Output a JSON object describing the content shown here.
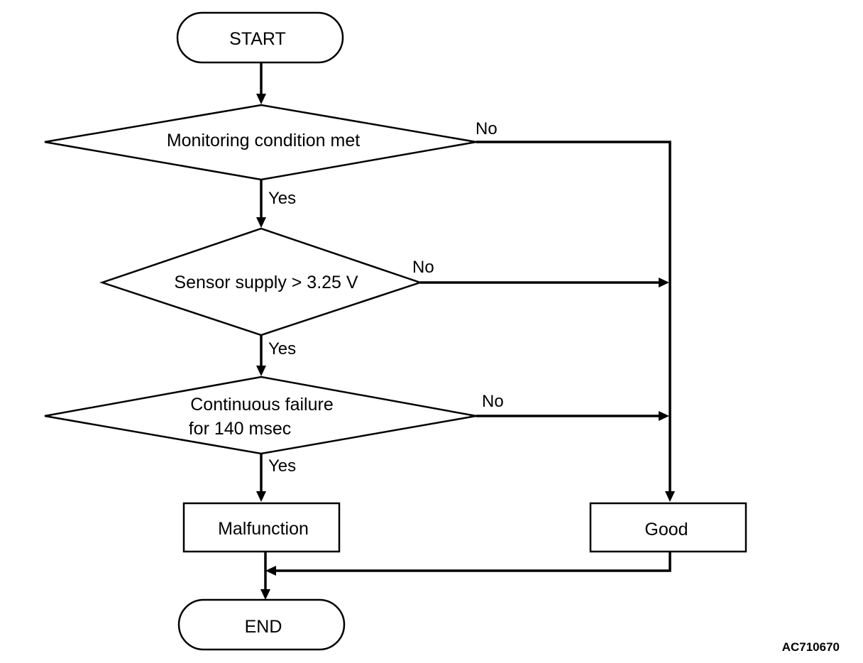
{
  "diagram": {
    "nodes": {
      "start": {
        "label": "START"
      },
      "decision1": {
        "label": "Monitoring condition met"
      },
      "decision2": {
        "label": "Sensor supply > 3.25 V"
      },
      "decision3": {
        "lines": [
          "Continuous failure",
          "for 140 msec"
        ]
      },
      "malfunction": {
        "label": "Malfunction"
      },
      "good": {
        "label": "Good"
      },
      "end": {
        "label": "END"
      }
    },
    "edges": {
      "d1_yes": "Yes",
      "d1_no": "No",
      "d2_yes": "Yes",
      "d2_no": "No",
      "d3_yes": "Yes",
      "d3_no": "No"
    },
    "figure_id": "AC710670"
  }
}
